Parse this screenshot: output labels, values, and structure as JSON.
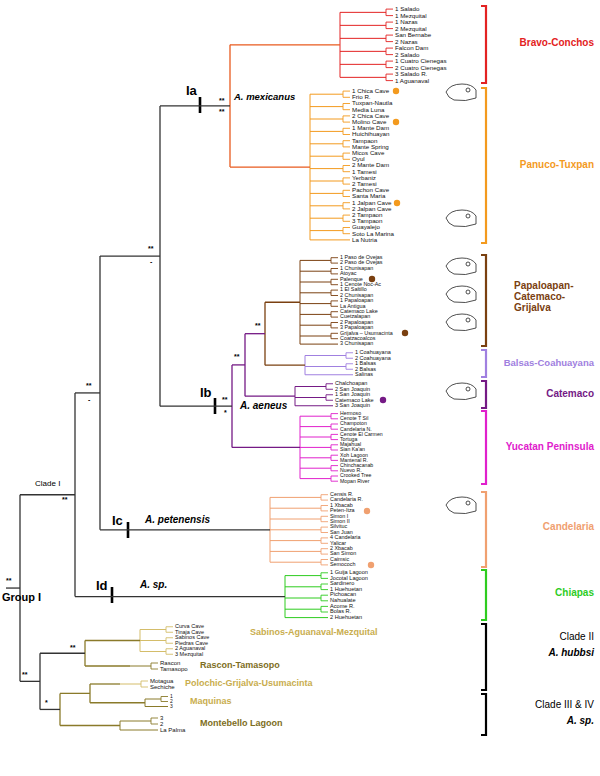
{
  "diagram": {
    "labels": [
      "1 Salado",
      "1 Mezquital",
      "1 Nazas",
      "2 Mezquital",
      "San Bernabe",
      "2 Nazas",
      "Falcon Dam",
      "2 Salado",
      "1 Cuatro Cienegas",
      "2 Cuatro Cienegas",
      "3 Salado R.",
      "1 Aguanaval",
      "1 Chica Cave",
      "Frio R.",
      "Tuxpan-Nautla",
      "Media Luna",
      "2 Chica Cave",
      "Molino Cave",
      "1 Mante Dam",
      "Huichihuayan",
      "Tampaon",
      "Mante Spring",
      "Micos Cave",
      "Oyul",
      "2 Mante Dam",
      "1 Tamesi",
      "Yerbaniz",
      "2 Tamesi",
      "Pachon Cave",
      "Santa Maria",
      "1 Jalpan Cave",
      "2 Jalpan Cave",
      "2 Tampaon",
      "3 Tampaon",
      "Guayalejo",
      "Soto La Marina",
      "La Nutria",
      "1 Paso de Ovejas",
      "2 Paso de Ovejas",
      "1 Chunisapan",
      "Atoyac",
      "Palenque",
      "1 Cenote Noc-Ac",
      "1 El Saltillo",
      "2 Chunisapan",
      "1 Papaloapan",
      "La Antigua",
      "Catemaco Lake",
      "Cuetzalapan",
      "2 Papaloapan",
      "3 Papaloapan",
      "Grijalva – Usumacinta",
      "Coatzacoalcos",
      "3 Chunisapan",
      "1 Coahuayana",
      "2 Coahuayana",
      "1 Balsas",
      "2 Balsas",
      "Salinas",
      "Chalchoapan",
      "2 San Joaquin",
      "1 San Joaquin",
      "Catemaco Lake",
      "3 San Joaquin",
      "Hermoso",
      "Cenote T Sil",
      "Champoton",
      "Candelaria N.",
      "Cenote El Carmen",
      "Tortuga",
      "Majahual",
      "Sian Ka'an",
      "Xoh Lagoon",
      "Mantenal R.",
      "Chinchacanab",
      "Nuevo R.",
      "Crooked Tree",
      "Mopan River",
      "Censis R.",
      "Candelaria R.",
      "1 Xbacab",
      "Peten-Itza",
      "Simon I",
      "Simon II",
      "Silvituc",
      "San Juan",
      "4 Candelaria",
      "Yalicar",
      "2 Xbacab",
      "San Simon",
      "Caimsic",
      "Semococh",
      "1 Guija Lagoon",
      "Jocotal Lagoon",
      "Sardinero",
      "1 Huehuetan",
      "Pichoacan",
      "Nahualate",
      "Acome R.",
      "Bolas R.",
      "2 Huehuetan",
      "Curva Cave",
      "Tinaja Cave",
      "Sabinos Cave",
      "Piedras Cave",
      "2 Aguanaval",
      "3 Mezquital",
      "Rascon",
      "Tamasopo",
      "Motagua",
      "Sechiche",
      "1",
      "2",
      "3",
      "3",
      "2",
      "La Palma",
      "A. mexicanus",
      "Ia",
      "A. aeneus",
      "Ib",
      "A. petenensis",
      "Ic",
      "A. sp.",
      "Id",
      "Clade I",
      "Group I",
      "Bravo-Conchos",
      "Panuco-Tuxpan",
      "Papaloapan-Catemaco-Grijalva",
      "Balsas-Coahuayana",
      "Catemaco",
      "Yucatan Peninsula",
      "Candelaria",
      "Chiapas",
      "Sabinos-Aguanaval-Mezquital",
      "Rascon-Tamasopo",
      "Polochic-Grijalva-Usumacinta",
      "Maquinas",
      "Montebello Lagoon",
      "Clade II",
      "A. hubbsi",
      "Clade III & IV",
      "A. sp.",
      "**",
      "**",
      "**",
      "-",
      "**",
      "-",
      "**",
      "**",
      "**",
      "*",
      "**",
      "**",
      "**",
      "*",
      "**"
    ]
  }
}
